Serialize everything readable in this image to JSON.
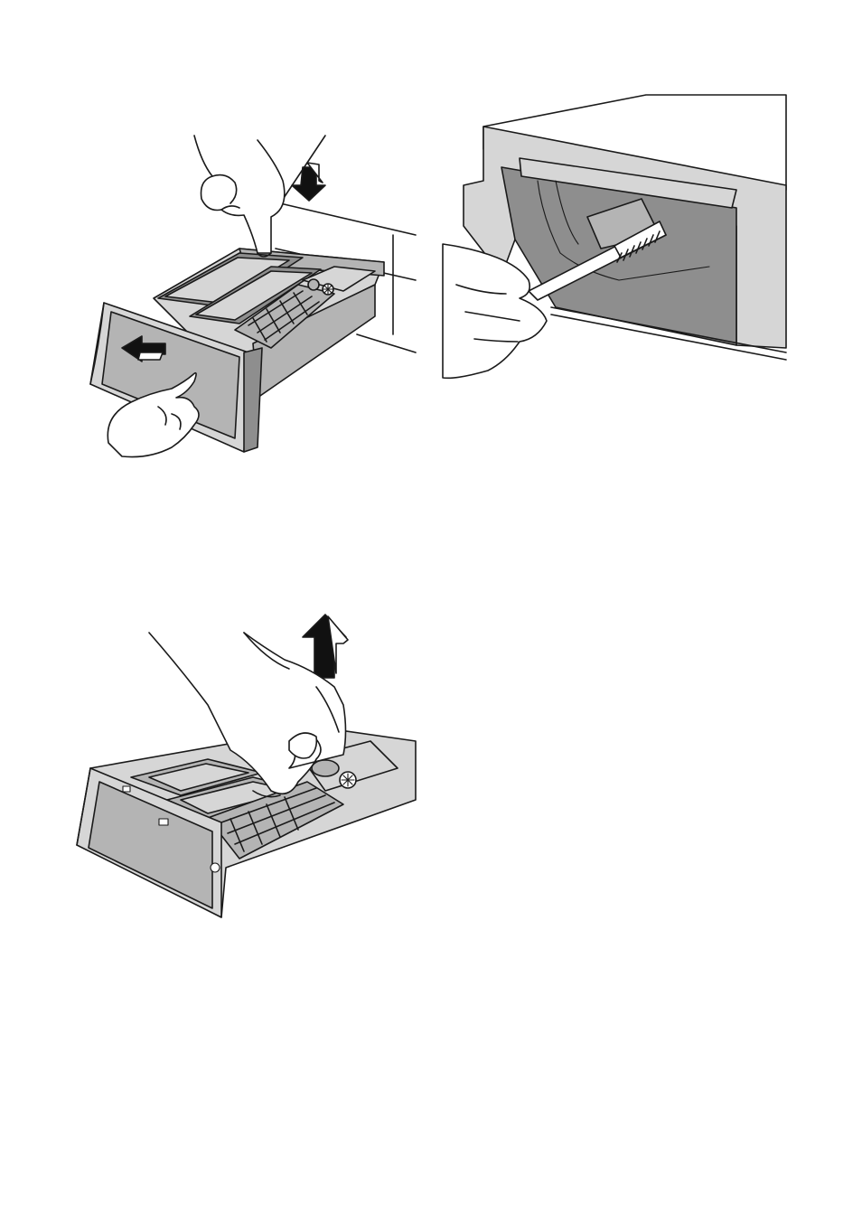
{
  "page": {
    "background_color": "#ffffff",
    "line_color": "#1a1a1a",
    "fill_colors": {
      "light": "#d6d6d6",
      "mid": "#b4b4b4",
      "dark": "#8e8e8e"
    }
  },
  "figures": [
    {
      "id": "drawer-remove",
      "icons": [
        "hand-icon",
        "push-down-arrow-icon",
        "pull-out-arrow-icon",
        "detergent-drawer-icon",
        "softener-flower-icon"
      ]
    },
    {
      "id": "brush-clean",
      "icons": [
        "hand-icon",
        "toothbrush-icon",
        "drawer-recess-icon"
      ]
    },
    {
      "id": "siphon-lift",
      "icons": [
        "hand-icon",
        "lift-up-arrow-icon",
        "detergent-drawer-icon",
        "softener-flower-icon",
        "compartment-mark-icon"
      ]
    }
  ]
}
